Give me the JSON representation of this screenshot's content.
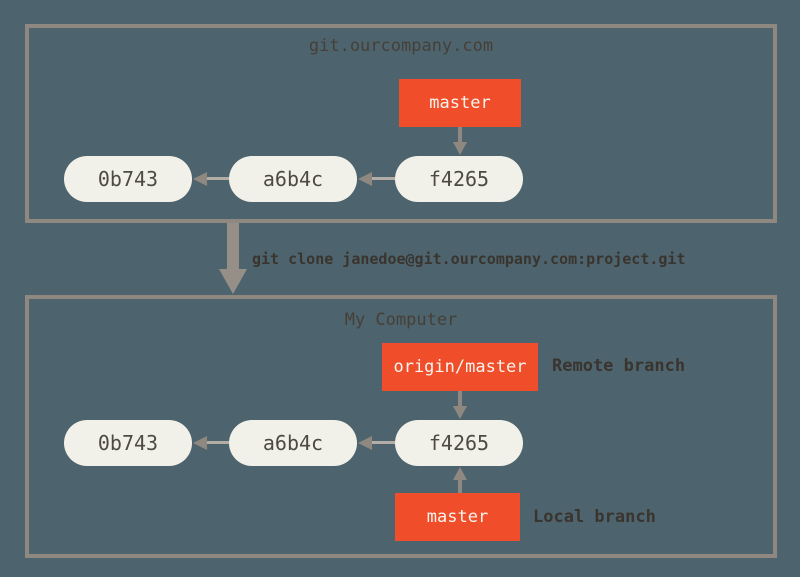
{
  "colors": {
    "background": "#4d646e",
    "border": "#8e8880",
    "node_fill": "#f2f1e9",
    "node_text": "#4d4943",
    "branch_fill": "#f04e2b",
    "branch_text": "#f7f4ee",
    "arrow": "#8f8880",
    "title_text": "#463f37",
    "label_text": "#3a342e"
  },
  "remote": {
    "title": "git.ourcompany.com",
    "branch": "master",
    "commits": [
      "0b743",
      "a6b4c",
      "f4265"
    ]
  },
  "clone": {
    "command": "git clone janedoe@git.ourcompany.com:project.git"
  },
  "local": {
    "title": "My Computer",
    "remote_branch": "origin/master",
    "remote_branch_label": "Remote branch",
    "commits": [
      "0b743",
      "a6b4c",
      "f4265"
    ],
    "local_branch": "master",
    "local_branch_label": "Local branch"
  }
}
